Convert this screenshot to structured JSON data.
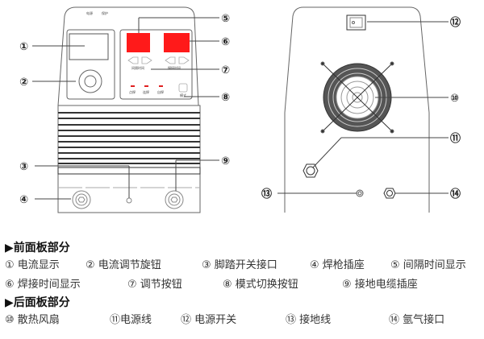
{
  "panel_labels": {
    "power": "电源",
    "protect": "保护",
    "interval_time": "间隔时间",
    "weld_time": "焊接时间",
    "spot": "点焊",
    "continuous": "连焊",
    "auto": "自焊",
    "mode": "模式"
  },
  "callouts": [
    "①",
    "②",
    "③",
    "④",
    "⑤",
    "⑥",
    "⑦",
    "⑧",
    "⑨",
    "⑩",
    "⑪",
    "⑫",
    "⑬",
    "⑭"
  ],
  "colors": {
    "display": "#ff1a1a",
    "led": "#e02020",
    "fan": "#555555"
  },
  "legend": {
    "front_title": "▶前面板部分",
    "front_row1": [
      "① 电流显示",
      "② 电流调节旋钮",
      "③ 脚踏开关接口",
      "④ 焊枪插座",
      "⑤ 间隔时间显示"
    ],
    "front_row2": [
      "⑥ 焊接时间显示",
      "⑦ 调节按钮",
      "⑧ 模式切换按钮",
      "⑨ 接地电缆插座"
    ],
    "back_title": "▶后面板部分",
    "back_row": [
      "⑩ 散热风扇",
      "⑪电源线",
      "⑫ 电源开关",
      "⑬ 接地线",
      "⑭ 氩气接口"
    ]
  }
}
